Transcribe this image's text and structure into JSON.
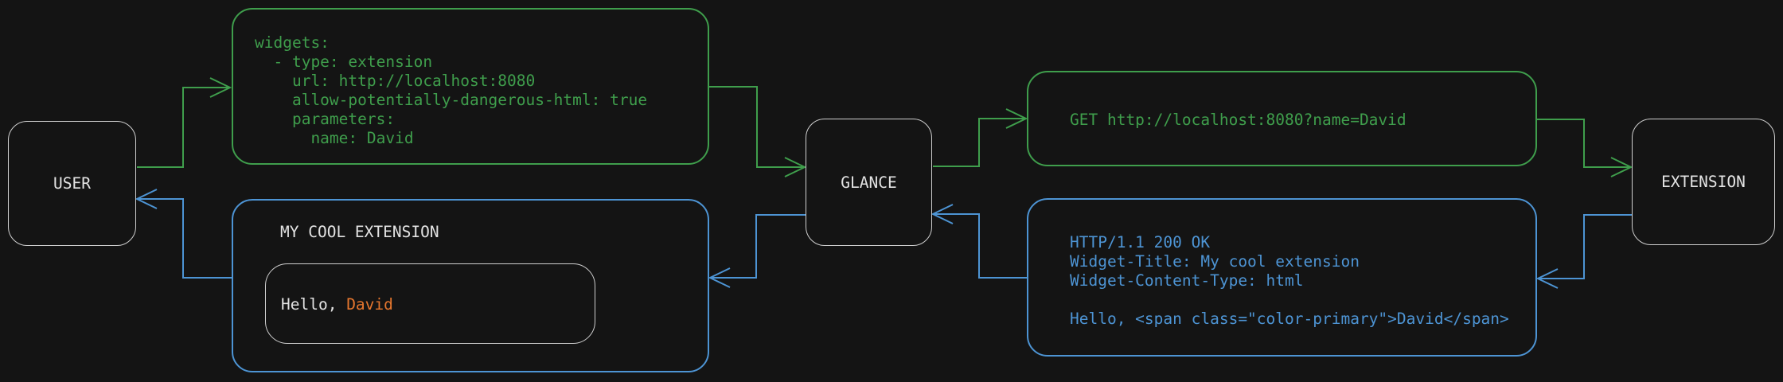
{
  "palette": {
    "background": "#141414",
    "green": "#3f9e4c",
    "blue": "#4d94d4",
    "orange": "#e5762e",
    "text_light": "#e3e3e3",
    "border_light": "#cfcfcf"
  },
  "nodes": {
    "user": {
      "label": "USER"
    },
    "glance": {
      "label": "GLANCE"
    },
    "extension": {
      "label": "EXTENSION"
    }
  },
  "config_box": {
    "code": "widgets:\n  - type: extension\n    url: http://localhost:8080\n    allow-potentially-dangerous-html: true\n    parameters:\n      name: David"
  },
  "request_box": {
    "code": "GET http://localhost:8080?name=David"
  },
  "response_box": {
    "code": "HTTP/1.1 200 OK\nWidget-Title: My cool extension\nWidget-Content-Type: html\n\nHello, <span class=\"color-primary\">David</span>"
  },
  "widget_box": {
    "title": "MY COOL EXTENSION",
    "greeting_prefix": "Hello, ",
    "greeting_name": "David"
  }
}
